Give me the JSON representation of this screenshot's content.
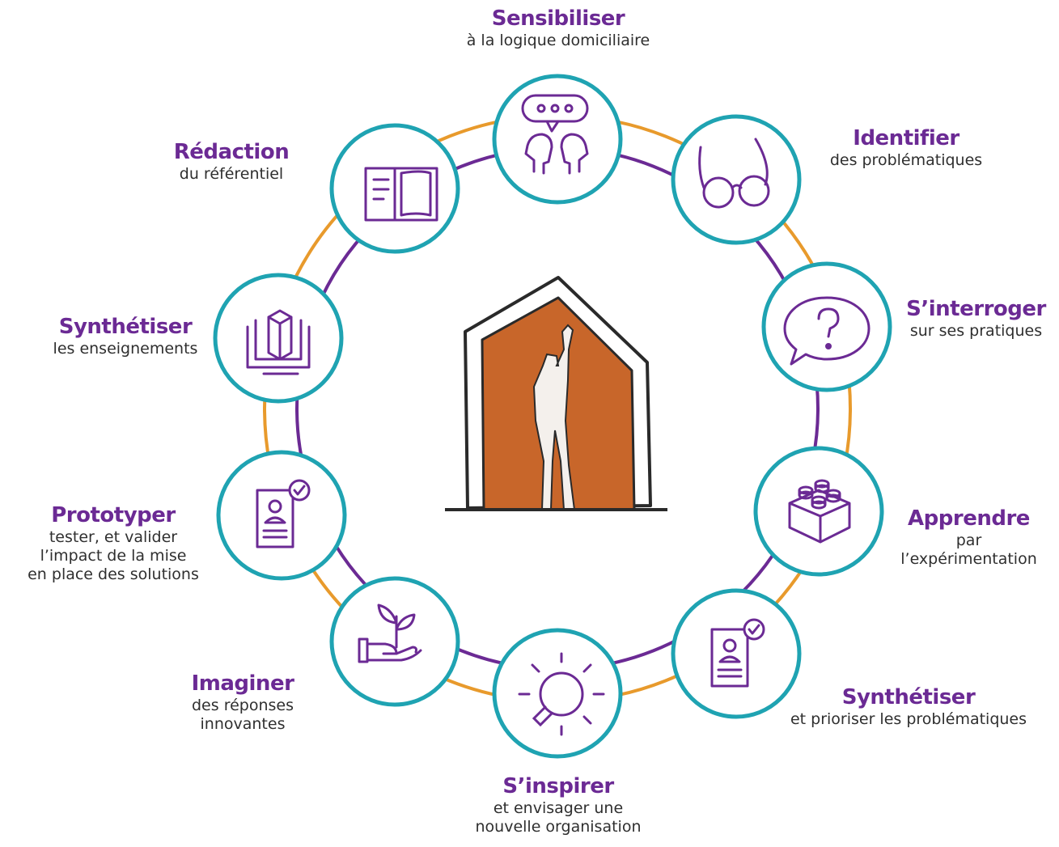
{
  "colors": {
    "ring_orange": "#e89a2c",
    "ring_purple": "#6b2a94",
    "node_border": "#1fa3b2",
    "icon": "#6b2a94",
    "title": "#6b2a94",
    "house_fill": "#c8662a"
  },
  "steps": [
    {
      "title": "Sensibiliser",
      "subtitle": "à la logique domiciliaire",
      "icon": "dialogue-icon"
    },
    {
      "title": "Identifier",
      "subtitle": "des problématiques",
      "icon": "glasses-icon"
    },
    {
      "title": "S’interroger",
      "subtitle": "sur ses pratiques",
      "icon": "question-bubble-icon"
    },
    {
      "title": "Apprendre",
      "subtitle": "par\nl’expérimentation",
      "icon": "building-block-icon"
    },
    {
      "title": "Synthétiser",
      "subtitle": "et prioriser les problématiques",
      "icon": "profile-checked-icon"
    },
    {
      "title": "S’inspirer",
      "subtitle": "et envisager une\nnouvelle organisation",
      "icon": "lightbulb-icon"
    },
    {
      "title": "Imaginer",
      "subtitle": "des réponses\ninnovantes",
      "icon": "plant-hand-icon"
    },
    {
      "title": "Prototyper",
      "subtitle": "tester, et valider\nl’impact de la mise\nen place des solutions",
      "icon": "profile-checked-icon"
    },
    {
      "title": "Synthétiser",
      "subtitle": "les enseignements",
      "icon": "blueprint-cube-icon"
    },
    {
      "title": "Rédaction",
      "subtitle": "du référentiel",
      "icon": "open-book-icon"
    }
  ],
  "center": {
    "icon": "house-modulor-icon"
  }
}
